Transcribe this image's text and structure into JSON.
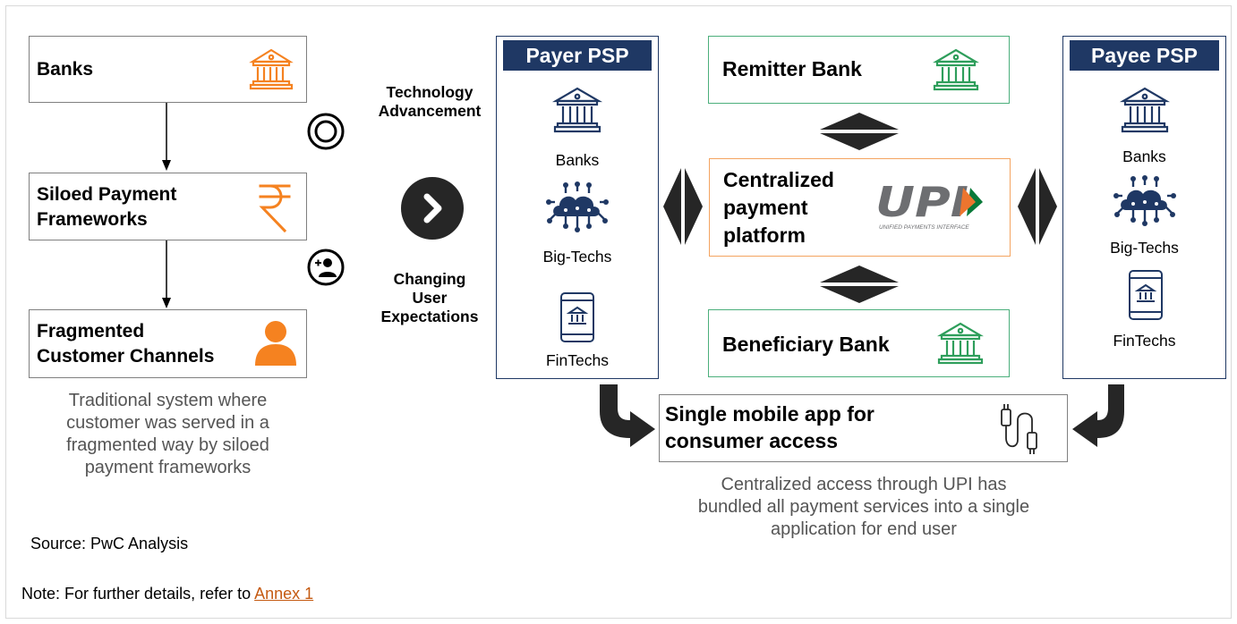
{
  "left": {
    "banks_label": "Banks",
    "siloed_label": "Siloed Payment Frameworks",
    "siloed_line1": "Siloed Payment",
    "siloed_line2": "Frameworks",
    "fragmented_line1": "Fragmented",
    "fragmented_line2": "Customer Channels",
    "caption_lines": [
      "Traditional system where",
      "customer was served in a",
      "fragmented way by siloed",
      "payment frameworks"
    ]
  },
  "middle": {
    "tech_line1": "Technology",
    "tech_line2": "Advancement",
    "user_line1": "Changing",
    "user_line2": "User",
    "user_line3": "Expectations"
  },
  "payer_psp": {
    "title": "Payer PSP",
    "items": [
      "Banks",
      "Big-Techs",
      "FinTechs"
    ]
  },
  "payee_psp": {
    "title": "Payee PSP",
    "items": [
      "Banks",
      "Big-Techs",
      "FinTechs"
    ]
  },
  "center": {
    "remitter": "Remitter Bank",
    "platform_lines": [
      "Centralized",
      "payment",
      "platform"
    ],
    "upi_logo_text": "UPI",
    "upi_logo_sub": "UNIFIED PAYMENTS INTERFACE",
    "beneficiary": "Beneficiary Bank",
    "app_lines": [
      "Single mobile app for",
      "consumer access"
    ],
    "caption_lines": [
      "Centralized access through UPI has",
      "bundled all payment services into a single",
      "application for end user"
    ]
  },
  "footer": {
    "source": "Source: PwC Analysis",
    "note_prefix": "Note: For further details, refer to ",
    "note_link": "Annex 1"
  },
  "colors": {
    "navy": "#1f3864",
    "orange": "#f58220",
    "green": "#2e9e5b",
    "dark_arrow": "#262626"
  }
}
